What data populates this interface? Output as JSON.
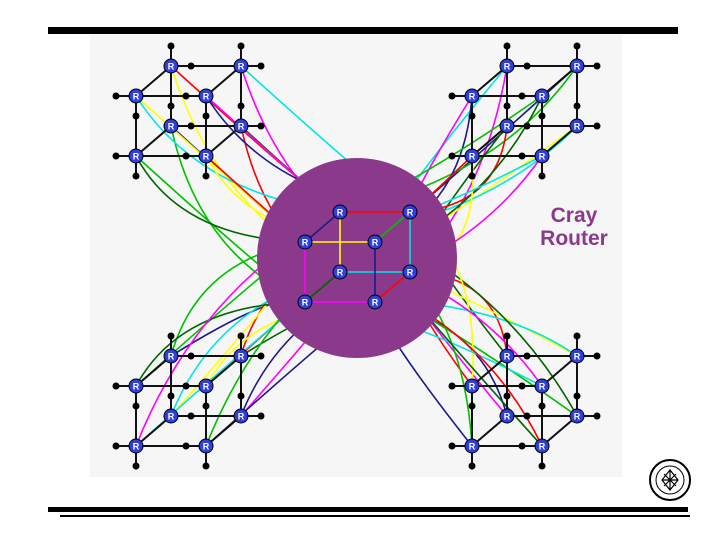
{
  "router_label_line1": "Cray",
  "router_label_line2": "Router",
  "node_label": "R",
  "colors": {
    "router_disk": "#8b3a8b",
    "node_fill": "#2f3fe0",
    "node_text": "#ffffff",
    "edge": "#111111",
    "router_label": "#8b3a8b",
    "link_colors": [
      "#ff0000",
      "#ffff00",
      "#00e5e5",
      "#ff00ff",
      "#1a1a8c",
      "#00c000",
      "#006400"
    ]
  },
  "logo_icon": "seal-icon"
}
